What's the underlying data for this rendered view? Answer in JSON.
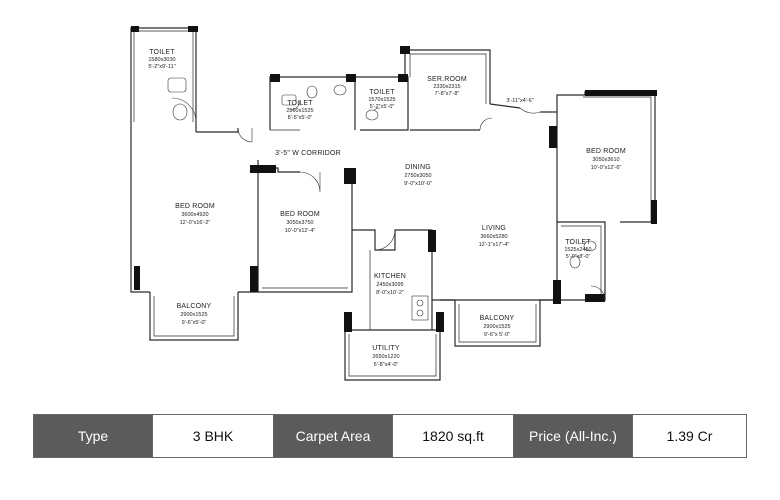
{
  "floorplan": {
    "rooms": [
      {
        "id": "toilet-1",
        "name": "TOILET",
        "dims": "1580x3030",
        "imp": "5'-2\"x9'-11\""
      },
      {
        "id": "toilet-2",
        "name": "TOILET",
        "dims": "2560x1525",
        "imp": "8'-5\"x5'-0\""
      },
      {
        "id": "toilet-3",
        "name": "TOILET",
        "dims": "1570x1525",
        "imp": "5'-2\"x5'-0\""
      },
      {
        "id": "ser-room",
        "name": "SER.ROOM",
        "dims": "2330x2315",
        "imp": "7'-8\"x7'-8\""
      },
      {
        "id": "bed-room-1",
        "name": "BED ROOM",
        "dims": "3600x4920",
        "imp": "12'-0\"x16'-2\""
      },
      {
        "id": "bed-room-2",
        "name": "BED ROOM",
        "dims": "3050x3750",
        "imp": "10'-0\"x12'-4\""
      },
      {
        "id": "bed-room-3",
        "name": "BED ROOM",
        "dims": "3050x3610",
        "imp": "10'-0\"x12'-6\""
      },
      {
        "id": "dining",
        "name": "DINING",
        "dims": "2750x3050",
        "imp": "9'-0\"x10'-0\""
      },
      {
        "id": "living",
        "name": "LIVING",
        "dims": "3660x5280",
        "imp": "12'-1\"x17'-4\""
      },
      {
        "id": "kitchen",
        "name": "KITCHEN",
        "dims": "2450x3095",
        "imp": "8'-0\"x10'-2\""
      },
      {
        "id": "utility",
        "name": "UTILITY",
        "dims": "2650x1220",
        "imp": "5'-8\"x4'-0\""
      },
      {
        "id": "balcony-1",
        "name": "BALCONY",
        "dims": "2900x1525",
        "imp": "9'-6\"x5'-0\""
      },
      {
        "id": "balcony-2",
        "name": "BALCONY",
        "dims": "2900x1525",
        "imp": "9'-6\"x 5'-0\""
      },
      {
        "id": "toilet-4",
        "name": "TOILET",
        "dims": "1525x2450",
        "imp": "5'-0\"x8'-0\""
      }
    ],
    "corridor": "3'-5\" W CORRIDOR",
    "dim_note": "3'-11\"x4'-6\""
  },
  "info_bar": {
    "type_label": "Type",
    "type_value": "3 BHK",
    "area_label": "Carpet Area",
    "area_value": "1820 sq.ft",
    "price_label": "Price (All-Inc.)",
    "price_value": "1.39 Cr",
    "colors": {
      "label_bg": "#5b5b5b",
      "label_text": "#ffffff",
      "value_bg": "#ffffff"
    }
  }
}
